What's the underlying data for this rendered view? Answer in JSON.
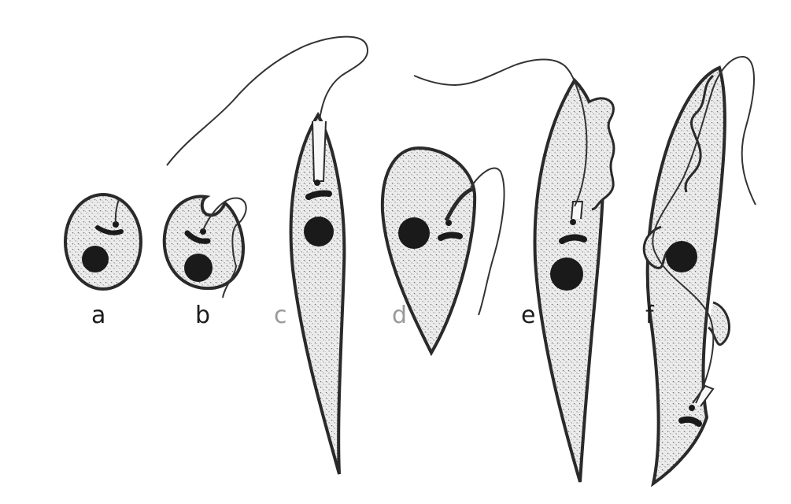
{
  "figure": {
    "labels": {
      "a": "a",
      "b": "b",
      "c": "c",
      "d": "d",
      "e": "e",
      "f": "f"
    }
  },
  "colors": {
    "outline": "#2a2a2a",
    "stipple": "#7a7a7a",
    "cell_fill": "#e9e9e9",
    "organelle": "#1a1a1a",
    "flagellum": "#333333",
    "faded_label": "#9a9a9a"
  }
}
